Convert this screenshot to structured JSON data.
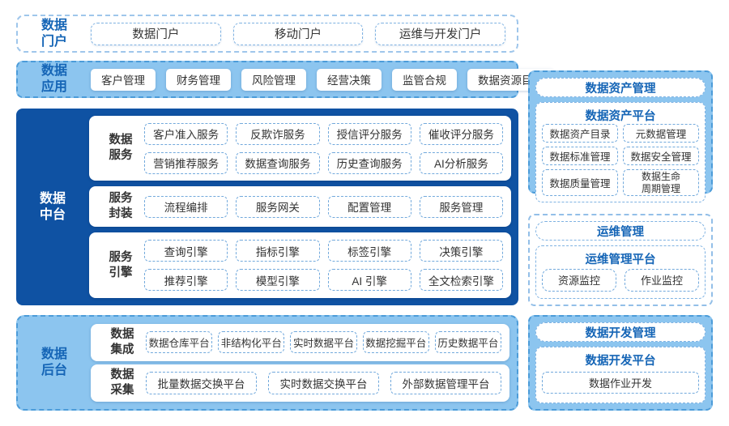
{
  "colors": {
    "dark_blue": "#0F52A3",
    "light_blue": "#8CC5EF",
    "accent_text_blue": "#1565B6",
    "chip_border_dashed": "#72A9DC",
    "dark_text": "#333333"
  },
  "portal": {
    "label": "数据门户",
    "items": [
      "数据门户",
      "移动门户",
      "运维与开发门户"
    ]
  },
  "apps": {
    "label": "数据应用",
    "items": [
      "客户管理",
      "财务管理",
      "风险管理",
      "经营决策",
      "监管合规",
      "数据资源目录"
    ]
  },
  "middle": {
    "label": "数据中台",
    "panels": [
      {
        "label": "数据服务",
        "items": [
          "客户准入服务",
          "反欺诈服务",
          "授信评分服务",
          "催收评分服务",
          "营销推荐服务",
          "数据查询服务",
          "历史查询服务",
          "AI分析服务"
        ]
      },
      {
        "label": "服务封装",
        "items": [
          "流程编排",
          "服务网关",
          "配置管理",
          "服务管理"
        ]
      },
      {
        "label": "服务引擎",
        "items": [
          "查询引擎",
          "指标引擎",
          "标签引擎",
          "决策引擎",
          "推荐引擎",
          "模型引擎",
          "AI 引擎",
          "全文检索引擎"
        ]
      }
    ]
  },
  "backend": {
    "label": "数据后台",
    "panels": [
      {
        "label": "数据集成",
        "items": [
          "数据仓库平台",
          "非结构化平台",
          "实时数据平台",
          "数据挖掘平台",
          "历史数据平台"
        ]
      },
      {
        "label": "数据采集",
        "items": [
          "批量数据交换平台",
          "实时数据交换平台",
          "外部数据管理平台"
        ]
      }
    ]
  },
  "asset": {
    "header": "数据资产管理",
    "platform": "数据资产平台",
    "items": [
      "数据资产目录",
      "元数据管理",
      "数据标准管理",
      "数据安全管理",
      "数据质量管理",
      "数据生命周期管理"
    ]
  },
  "ops": {
    "header": "运维管理",
    "platform": "运维管理平台",
    "items": [
      "资源监控",
      "作业监控"
    ]
  },
  "dev": {
    "header": "数据开发管理",
    "platform": "数据开发平台",
    "items": [
      "数据作业开发"
    ]
  }
}
